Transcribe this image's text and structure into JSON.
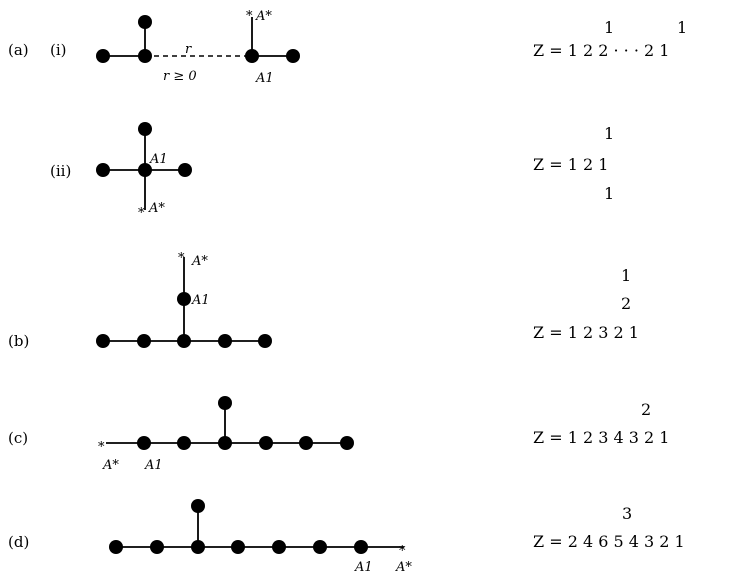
{
  "diagrams": [
    {
      "id": "a-i",
      "tag": "(a)",
      "sub": "(i)",
      "extra_labels": [
        "r",
        "r ≥ 0"
      ],
      "node_labels": [
        "A*",
        "A1"
      ],
      "z_rows": [
        "1       1",
        "Z = 1  2  2 · · · 2  1"
      ]
    },
    {
      "id": "a-ii",
      "tag": "",
      "sub": "(ii)",
      "node_labels": [
        "A1",
        "A*"
      ],
      "z_rows": [
        "1",
        "Z = 1  2  1",
        "1"
      ]
    },
    {
      "id": "b",
      "tag": "(b)",
      "sub": "",
      "node_labels": [
        "A*",
        "A1"
      ],
      "z_rows": [
        "1",
        "2",
        "Z = 1 2  3  2 1"
      ]
    },
    {
      "id": "c",
      "tag": "(c)",
      "sub": "",
      "node_labels": [
        "A*",
        "A1"
      ],
      "z_rows": [
        "2",
        "Z = 1 2 3  4  3 2 1"
      ]
    },
    {
      "id": "d",
      "tag": "(d)",
      "sub": "",
      "node_labels": [
        "A1",
        "A*"
      ],
      "z_rows": [
        "3",
        "Z = 2 4  6  5 4 3 2 1"
      ]
    }
  ]
}
